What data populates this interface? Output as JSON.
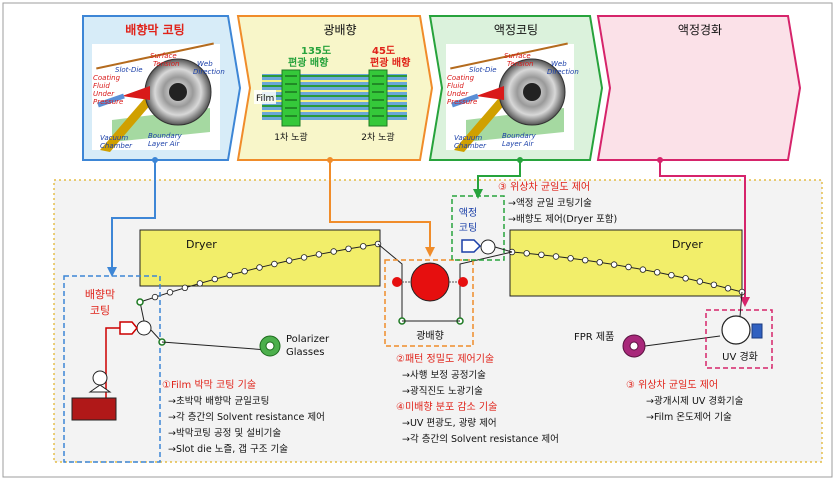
{
  "stages": {
    "s1": {
      "title": "배향막 코팅"
    },
    "s2": {
      "title": "광배향"
    },
    "s3": {
      "title": "액정코팅"
    },
    "s4": {
      "title": "액정경화"
    }
  },
  "coater_labels": {
    "coating_fluid": [
      "Coating",
      "Fluid",
      "Under",
      "Pressure"
    ],
    "slot_die": "Slot-Die",
    "surface_tension": [
      "Surface",
      "Tension"
    ],
    "web_direction": [
      "Web",
      "Direction"
    ],
    "boundary": [
      "Boundary",
      "Layer Air"
    ],
    "vacuum": [
      "Vacuum",
      "Chamber"
    ]
  },
  "photo_align": {
    "film": "Film",
    "deg135": "135도",
    "pol135": "편광 배향",
    "deg45": "45도",
    "pol45": "편광 배향",
    "exp1": "1차 노광",
    "exp2": "2차 노광"
  },
  "process": {
    "dryer_left": "Dryer",
    "dryer_right": "Dryer",
    "lc_coating": [
      "액정",
      "코팅"
    ],
    "align_coating": [
      "배향막",
      "코팅"
    ],
    "polarizer": [
      "Polarizer",
      "Glasses"
    ],
    "photo_label": "광배향",
    "fpr": "FPR 제품",
    "uv": "UV 경화"
  },
  "notes": {
    "n1": {
      "title": "①Film 박막 코팅 기술",
      "items": [
        "→초박막 배향막 균일코팅",
        "→각 층간의 Solvent resistance 제어",
        "→박막코팅 공정 및 설비기술",
        "→Slot die 노즐, 갭 구조 기술"
      ]
    },
    "n2": {
      "title": "②패턴 정밀도 제어기술",
      "items": [
        "→사행 보정 공정기술",
        "→광직진도 노광기술"
      ]
    },
    "n4": {
      "title": "④미배향 분포 감소 기술",
      "items": [
        "→UV 편광도, 광량 제어",
        "→각 층간의 Solvent resistance 제어"
      ]
    },
    "n3a": {
      "title": "③ 위상차 균일도 제어",
      "items": [
        "→액정 균일 코팅기술",
        "→배향도 제어(Dryer 포함)"
      ]
    },
    "n3b": {
      "title": "③ 위상차 균일도 제어",
      "items": [
        "→광개시제 UV 경화기술",
        "→Film 온도제어 기술"
      ]
    }
  },
  "colors": {
    "blue": "#3d86d6",
    "orange": "#f08c2a",
    "green": "#27a33c",
    "magenta": "#d6246b",
    "red_text": "#e0231a",
    "dryer": "#f2ee6a"
  }
}
